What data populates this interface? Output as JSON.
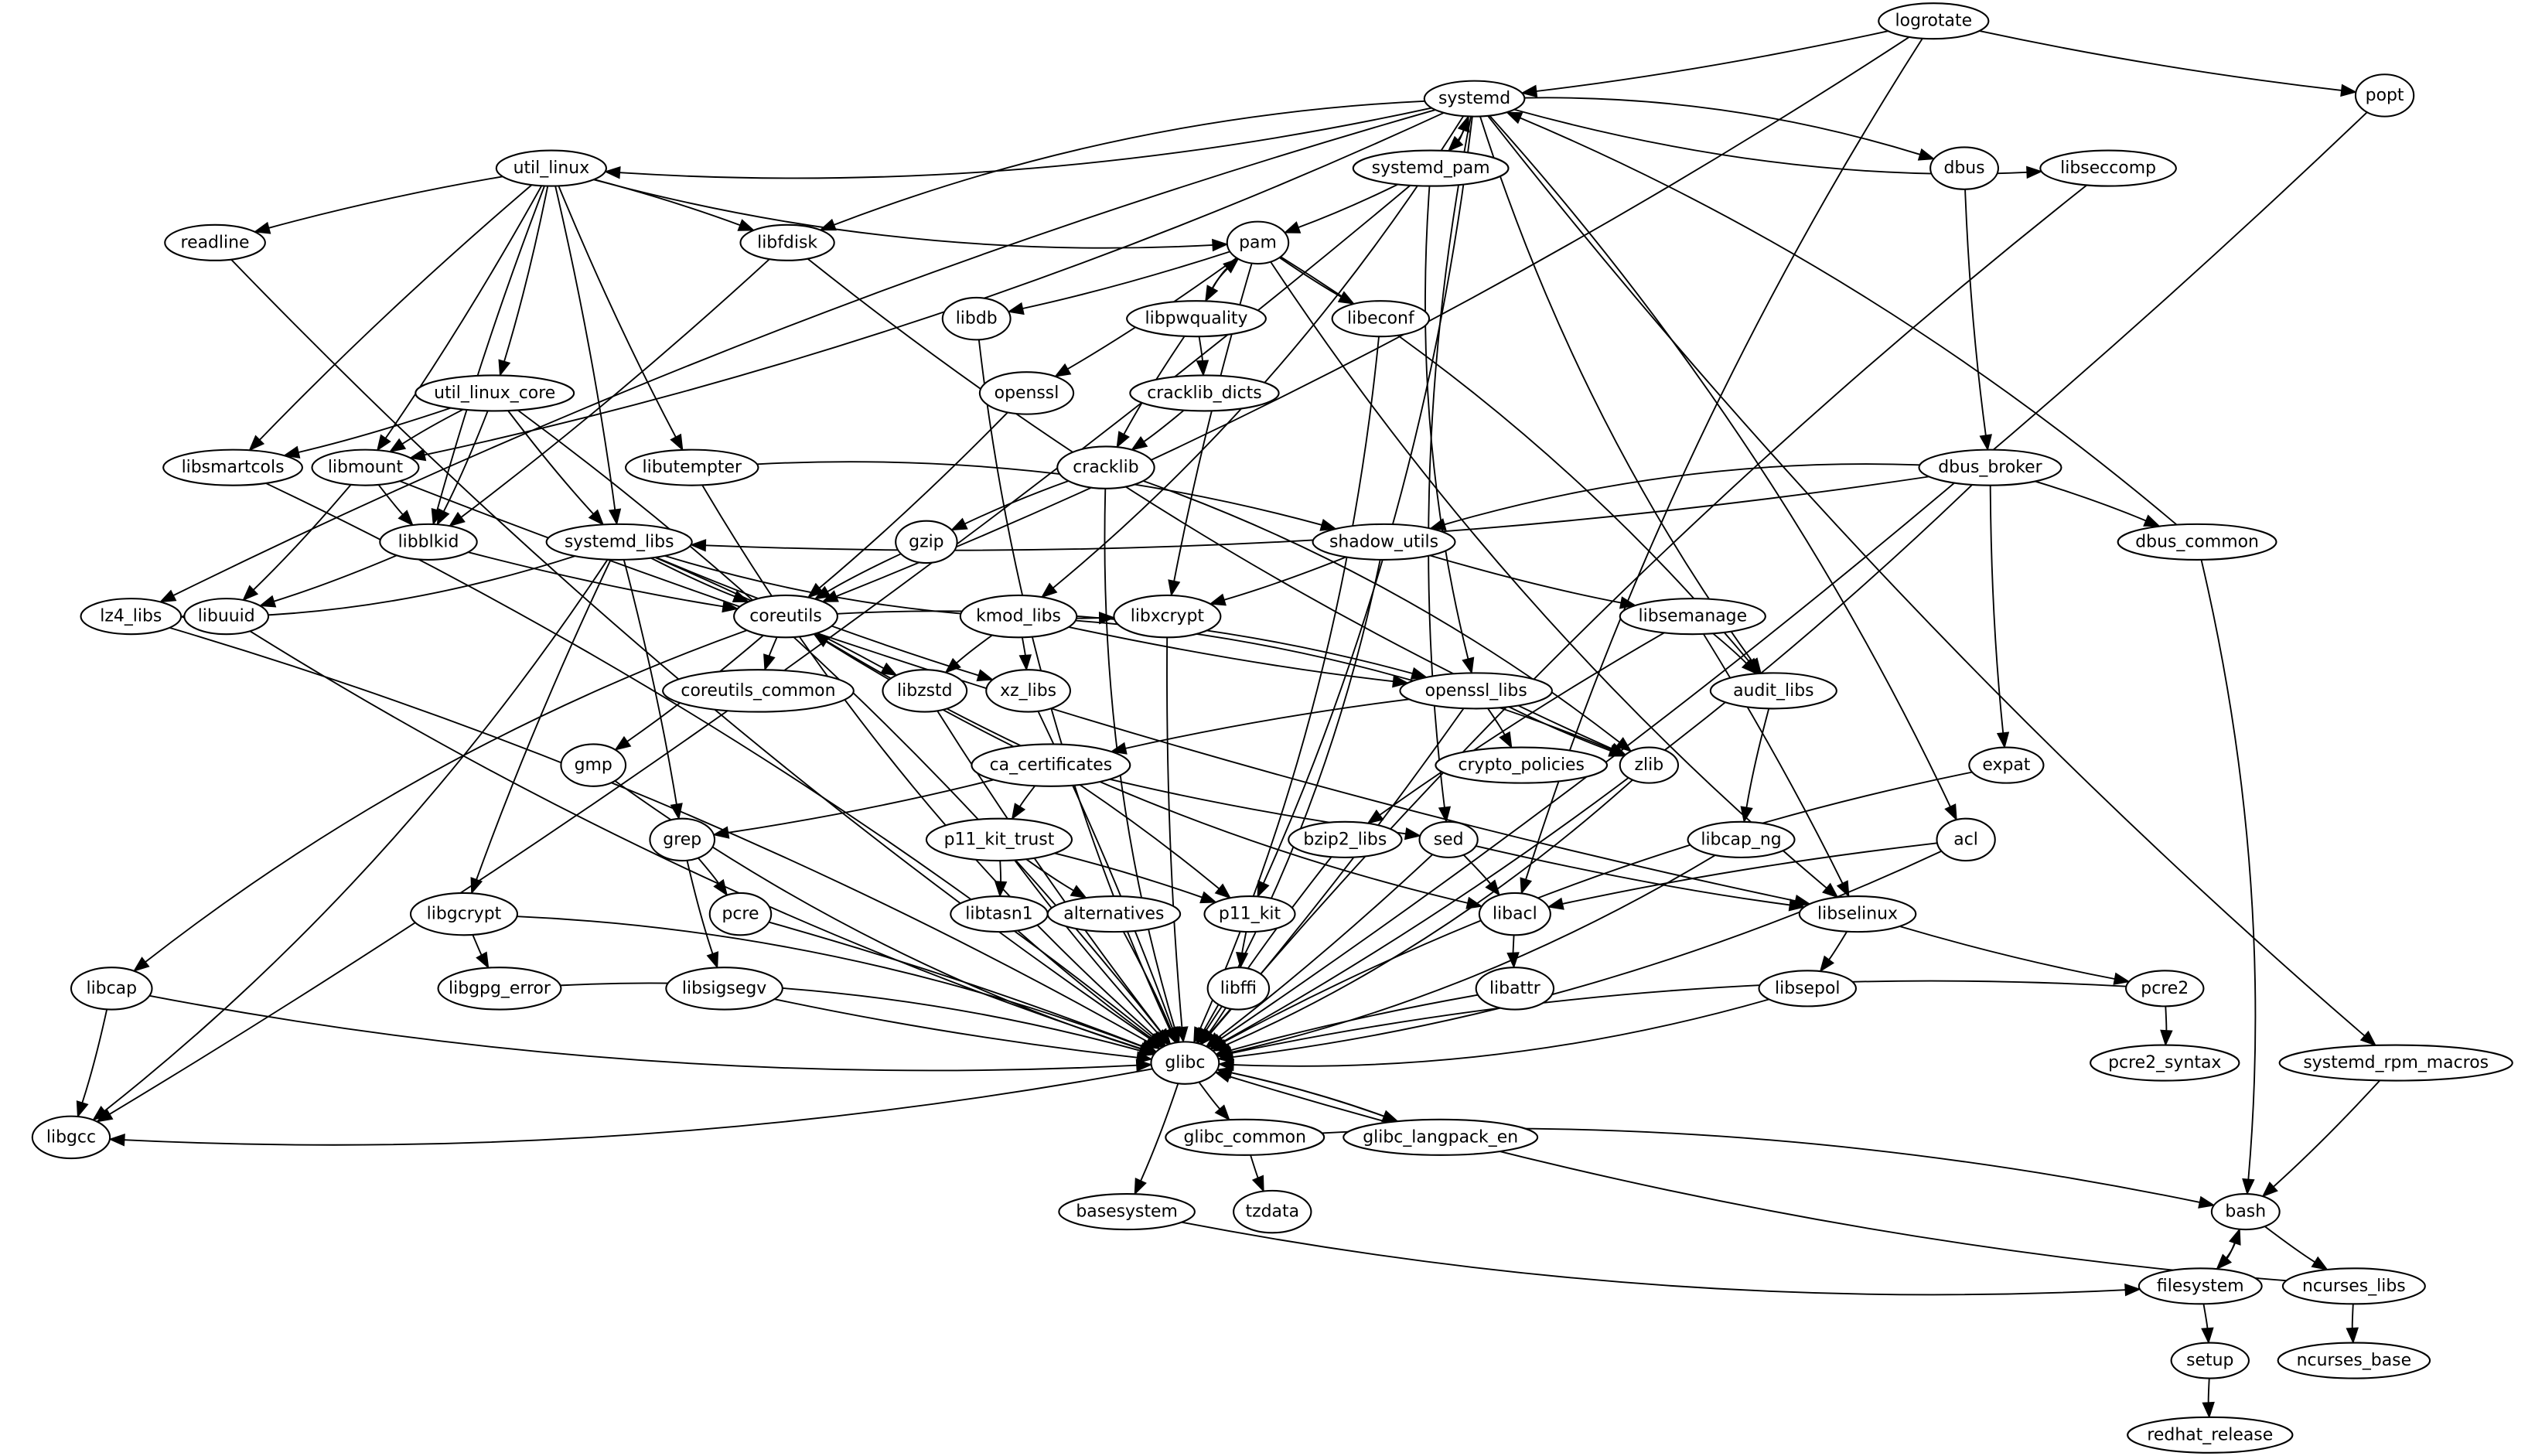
{
  "graph": {
    "type": "directed-dependency-graph",
    "nodes": [
      "logrotate",
      "systemd",
      "popt",
      "util_linux",
      "systemd_pam",
      "dbus",
      "libseccomp",
      "readline",
      "libfdisk",
      "pam",
      "libdb",
      "libpwquality",
      "libeconf",
      "openssl",
      "util_linux_core",
      "cracklib_dicts",
      "libsmartcols",
      "libmount",
      "libutempter",
      "cracklib",
      "dbus_broker",
      "libblkid",
      "systemd_libs",
      "gzip",
      "shadow_utils",
      "dbus_common",
      "lz4_libs",
      "libuuid",
      "coreutils",
      "kmod_libs",
      "libxcrypt",
      "libsemanage",
      "coreutils_common",
      "libzstd",
      "xz_libs",
      "openssl_libs",
      "audit_libs",
      "gmp",
      "ca_certificates",
      "crypto_policies",
      "zlib",
      "expat",
      "grep",
      "p11_kit_trust",
      "bzip2_libs",
      "sed",
      "libcap_ng",
      "acl",
      "libgcrypt",
      "pcre",
      "libtasn1",
      "alternatives",
      "p11_kit",
      "libacl",
      "libselinux",
      "libcap",
      "libgpg_error",
      "libsigsegv",
      "libffi",
      "libattr",
      "libsepol",
      "pcre2",
      "glibc",
      "pcre2_syntax",
      "systemd_rpm_macros",
      "libgcc",
      "glibc_common",
      "glibc_langpack_en",
      "basesystem",
      "tzdata",
      "bash",
      "filesystem",
      "ncurses_libs",
      "setup",
      "ncurses_base",
      "redhat_release"
    ],
    "edges": [
      [
        "logrotate",
        "systemd"
      ],
      [
        "logrotate",
        "popt"
      ],
      [
        "logrotate",
        "coreutils"
      ],
      [
        "logrotate",
        "libacl"
      ],
      [
        "systemd",
        "systemd_pam"
      ],
      [
        "systemd_pam",
        "systemd"
      ],
      [
        "systemd",
        "util_linux"
      ],
      [
        "systemd",
        "libfdisk"
      ],
      [
        "systemd",
        "dbus"
      ],
      [
        "systemd",
        "libseccomp"
      ],
      [
        "systemd",
        "libmount"
      ],
      [
        "systemd",
        "lz4_libs"
      ],
      [
        "systemd",
        "kmod_libs"
      ],
      [
        "systemd",
        "audit_libs"
      ],
      [
        "systemd",
        "acl"
      ],
      [
        "systemd",
        "systemd_rpm_macros"
      ],
      [
        "systemd",
        "p11_kit"
      ],
      [
        "systemd",
        "sed"
      ],
      [
        "systemd_pam",
        "pam"
      ],
      [
        "systemd_pam",
        "openssl_libs"
      ],
      [
        "systemd_pam",
        "libgcc"
      ],
      [
        "util_linux",
        "readline"
      ],
      [
        "util_linux",
        "libfdisk"
      ],
      [
        "util_linux",
        "pam"
      ],
      [
        "util_linux",
        "util_linux_core"
      ],
      [
        "util_linux",
        "libsmartcols"
      ],
      [
        "util_linux",
        "libmount"
      ],
      [
        "util_linux",
        "libutempter"
      ],
      [
        "util_linux",
        "systemd_libs"
      ],
      [
        "util_linux",
        "libblkid"
      ],
      [
        "pam",
        "libdb"
      ],
      [
        "pam",
        "libpwquality"
      ],
      [
        "libpwquality",
        "pam"
      ],
      [
        "pam",
        "libeconf"
      ],
      [
        "pam",
        "openssl"
      ],
      [
        "pam",
        "libxcrypt"
      ],
      [
        "pam",
        "audit_libs"
      ],
      [
        "pam",
        "libselinux"
      ],
      [
        "libpwquality",
        "cracklib_dicts"
      ],
      [
        "libpwquality",
        "cracklib"
      ],
      [
        "cracklib_dicts",
        "cracklib"
      ],
      [
        "cracklib",
        "gzip"
      ],
      [
        "cracklib",
        "zlib"
      ],
      [
        "cracklib",
        "glibc"
      ],
      [
        "openssl",
        "coreutils"
      ],
      [
        "libdb",
        "glibc"
      ],
      [
        "libeconf",
        "glibc"
      ],
      [
        "readline",
        "glibc"
      ],
      [
        "libfdisk",
        "libblkid"
      ],
      [
        "libfdisk",
        "zlib"
      ],
      [
        "util_linux_core",
        "libsmartcols"
      ],
      [
        "util_linux_core",
        "libmount"
      ],
      [
        "util_linux_core",
        "libblkid"
      ],
      [
        "util_linux_core",
        "systemd_libs"
      ],
      [
        "util_linux_core",
        "glibc"
      ],
      [
        "libmount",
        "libblkid"
      ],
      [
        "libmount",
        "libuuid"
      ],
      [
        "libmount",
        "libselinux"
      ],
      [
        "libblkid",
        "libuuid"
      ],
      [
        "libblkid",
        "coreutils"
      ],
      [
        "libutempter",
        "shadow_utils"
      ],
      [
        "libutempter",
        "glibc"
      ],
      [
        "libsmartcols",
        "glibc"
      ],
      [
        "libuuid",
        "glibc"
      ],
      [
        "lz4_libs",
        "glibc"
      ],
      [
        "dbus",
        "dbus_broker"
      ],
      [
        "dbus_broker",
        "systemd_libs"
      ],
      [
        "dbus_broker",
        "shadow_utils"
      ],
      [
        "dbus_broker",
        "dbus_common"
      ],
      [
        "dbus_broker",
        "expat"
      ],
      [
        "dbus_broker",
        "glibc"
      ],
      [
        "dbus_common",
        "systemd"
      ],
      [
        "dbus_common",
        "bash"
      ],
      [
        "libseccomp",
        "glibc"
      ],
      [
        "popt",
        "glibc"
      ],
      [
        "systemd_libs",
        "coreutils"
      ],
      [
        "systemd_libs",
        "lz4_libs"
      ],
      [
        "systemd_libs",
        "libxcrypt"
      ],
      [
        "systemd_libs",
        "libzstd"
      ],
      [
        "systemd_libs",
        "xz_libs"
      ],
      [
        "systemd_libs",
        "grep"
      ],
      [
        "systemd_libs",
        "libgcrypt"
      ],
      [
        "systemd_libs",
        "libgcc"
      ],
      [
        "gzip",
        "coreutils"
      ],
      [
        "shadow_utils",
        "libxcrypt"
      ],
      [
        "shadow_utils",
        "libsemanage"
      ],
      [
        "shadow_utils",
        "glibc"
      ],
      [
        "coreutils",
        "coreutils_common"
      ],
      [
        "coreutils",
        "gmp"
      ],
      [
        "coreutils",
        "libcap"
      ],
      [
        "coreutils",
        "openssl_libs"
      ],
      [
        "coreutils",
        "libacl"
      ],
      [
        "ca_certificates",
        "coreutils"
      ],
      [
        "kmod_libs",
        "libzstd"
      ],
      [
        "kmod_libs",
        "xz_libs"
      ],
      [
        "kmod_libs",
        "openssl_libs"
      ],
      [
        "kmod_libs",
        "zlib"
      ],
      [
        "libxcrypt",
        "glibc"
      ],
      [
        "libsemanage",
        "audit_libs"
      ],
      [
        "libsemanage",
        "bzip2_libs"
      ],
      [
        "libsemanage",
        "libselinux"
      ],
      [
        "openssl_libs",
        "ca_certificates"
      ],
      [
        "openssl_libs",
        "crypto_policies"
      ],
      [
        "openssl_libs",
        "zlib"
      ],
      [
        "openssl_libs",
        "glibc"
      ],
      [
        "audit_libs",
        "libcap_ng"
      ],
      [
        "ca_certificates",
        "grep"
      ],
      [
        "ca_certificates",
        "p11_kit_trust"
      ],
      [
        "ca_certificates",
        "p11_kit"
      ],
      [
        "ca_certificates",
        "sed"
      ],
      [
        "p11_kit_trust",
        "libtasn1"
      ],
      [
        "p11_kit_trust",
        "alternatives"
      ],
      [
        "p11_kit_trust",
        "p11_kit"
      ],
      [
        "p11_kit_trust",
        "glibc"
      ],
      [
        "grep",
        "pcre"
      ],
      [
        "grep",
        "libsigsegv"
      ],
      [
        "sed",
        "libacl"
      ],
      [
        "sed",
        "libselinux"
      ],
      [
        "sed",
        "glibc"
      ],
      [
        "acl",
        "libacl"
      ],
      [
        "acl",
        "glibc"
      ],
      [
        "libgcrypt",
        "libgpg_error"
      ],
      [
        "libgcrypt",
        "glibc"
      ],
      [
        "libacl",
        "libattr"
      ],
      [
        "libselinux",
        "libsepol"
      ],
      [
        "libselinux",
        "pcre2"
      ],
      [
        "pcre2",
        "pcre2_syntax"
      ],
      [
        "pcre2",
        "glibc"
      ],
      [
        "libcap",
        "libgcc"
      ],
      [
        "libcap",
        "glibc"
      ],
      [
        "libgpg_error",
        "glibc"
      ],
      [
        "libsigsegv",
        "glibc"
      ],
      [
        "pcre",
        "glibc"
      ],
      [
        "libtasn1",
        "glibc"
      ],
      [
        "alternatives",
        "glibc"
      ],
      [
        "p11_kit",
        "libffi"
      ],
      [
        "libffi",
        "glibc"
      ],
      [
        "libattr",
        "glibc"
      ],
      [
        "libsepol",
        "glibc"
      ],
      [
        "libzstd",
        "glibc"
      ],
      [
        "xz_libs",
        "glibc"
      ],
      [
        "gmp",
        "glibc"
      ],
      [
        "zlib",
        "glibc"
      ],
      [
        "expat",
        "glibc"
      ],
      [
        "libcap_ng",
        "glibc"
      ],
      [
        "bzip2_libs",
        "glibc"
      ],
      [
        "glibc",
        "libgcc"
      ],
      [
        "glibc",
        "glibc_common"
      ],
      [
        "glibc",
        "glibc_langpack_en"
      ],
      [
        "glibc_langpack_en",
        "glibc"
      ],
      [
        "glibc",
        "basesystem"
      ],
      [
        "glibc_common",
        "tzdata"
      ],
      [
        "glibc_common",
        "bash"
      ],
      [
        "basesystem",
        "filesystem"
      ],
      [
        "systemd_rpm_macros",
        "bash"
      ],
      [
        "bash",
        "filesystem"
      ],
      [
        "filesystem",
        "bash"
      ],
      [
        "bash",
        "ncurses_libs"
      ],
      [
        "ncurses_libs",
        "glibc"
      ],
      [
        "ncurses_libs",
        "ncurses_base"
      ],
      [
        "filesystem",
        "setup"
      ],
      [
        "setup",
        "redhat_release"
      ]
    ]
  }
}
